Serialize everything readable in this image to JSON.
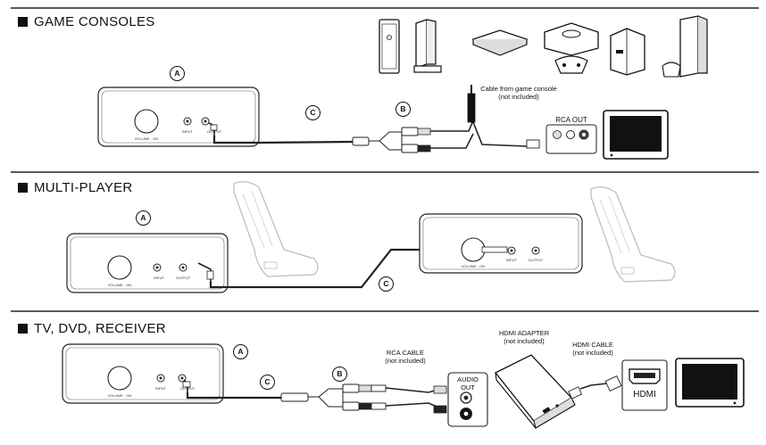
{
  "sections": [
    {
      "title": "GAME CONSOLES"
    },
    {
      "title": "MULTI-PLAYER"
    },
    {
      "title": "TV, DVD, RECEIVER"
    }
  ],
  "callouts": {
    "a": "A",
    "b": "B",
    "c": "C"
  },
  "panel_labels": {
    "volume": "VOLUME - ON",
    "input": "INPUT",
    "output": "OUTPUT",
    "minus": "-",
    "plus": "+"
  },
  "game_consoles": {
    "cable_note_line1": "Cable from game console",
    "cable_note_line2": "(not included)",
    "rca_out": "RCA OUT"
  },
  "tv_dvd": {
    "rca_cable_line1": "RCA CABLE",
    "rca_cable_line2": "(not included)",
    "audio_out_line1": "AUDIO",
    "audio_out_line2": "OUT",
    "hdmi_adapter_line1": "HDMI ADAPTER",
    "hdmi_adapter_line2": "(not included)",
    "hdmi_cable_line1": "HDMI CABLE",
    "hdmi_cable_line2": "(not included)",
    "hdmi_port_label": "HDMI"
  }
}
